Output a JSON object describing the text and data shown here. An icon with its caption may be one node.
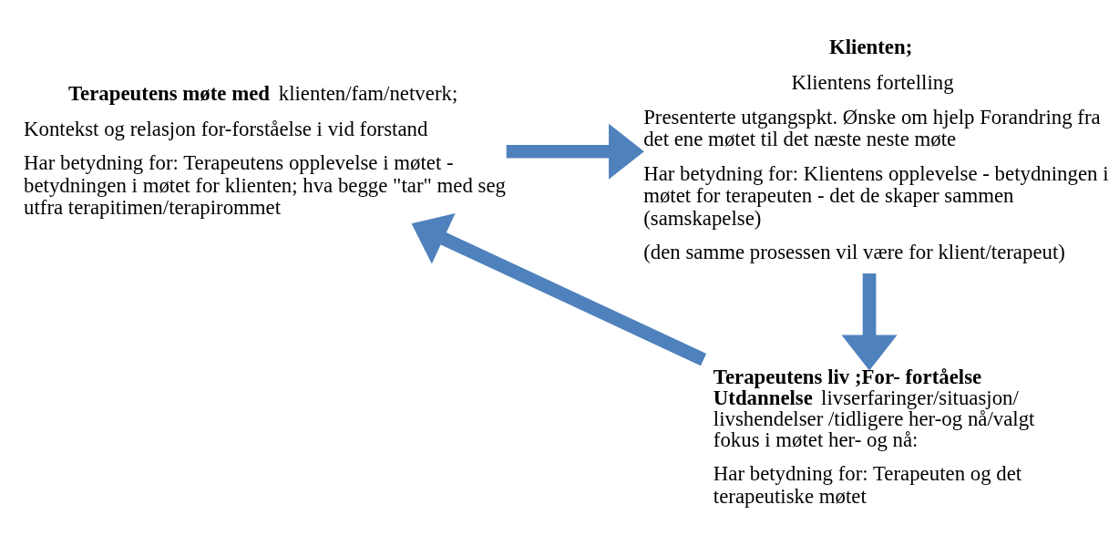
{
  "diagram": {
    "nodes": [
      {
        "text": [
          "**Terapeutens møte med** klienten/fam/netverk;",
          "Kontekst og relasjon for-forståelse i vid forstand",
          "Har betydning for: Terapeutens opplevelse i møtet - betydningen i møtet for klienten; hva begge \"tar\" med seg utfra terapitimen/terapirommet"
        ]
      },
      {
        "text": [
          "Klienten;",
          "Klientens fortelling",
          "Presenterte utgangspkt. Ønske om hjelp Forandring fra det ene møtet til det næste neste møte",
          "Har betydning for: Klientens opplevelse - betydningen i møtet for terapeuten - det de skaper sammen (samskapelse)",
          "(den samme prosessen vil være for klient/terapeut)"
        ]
      },
      {
        "text": [
          "**Terapeutens liv ;For- fortåelse Utdannelse** livserfaringer/situasjon/ livshendelser /tidligere her-og nå/valgt fokus i møtet her- og nå:",
          "Har betydning for: Terapeuten og det terapeutiske møtet"
        ]
      }
    ],
    "edges": [
      {
        "from": 0,
        "to": 1,
        "arrow": "to"
      },
      {
        "from": 1,
        "to": 2,
        "arrow": "to"
      },
      {
        "from": 2,
        "to": 0,
        "arrow": "to"
      }
    ]
  }
}
